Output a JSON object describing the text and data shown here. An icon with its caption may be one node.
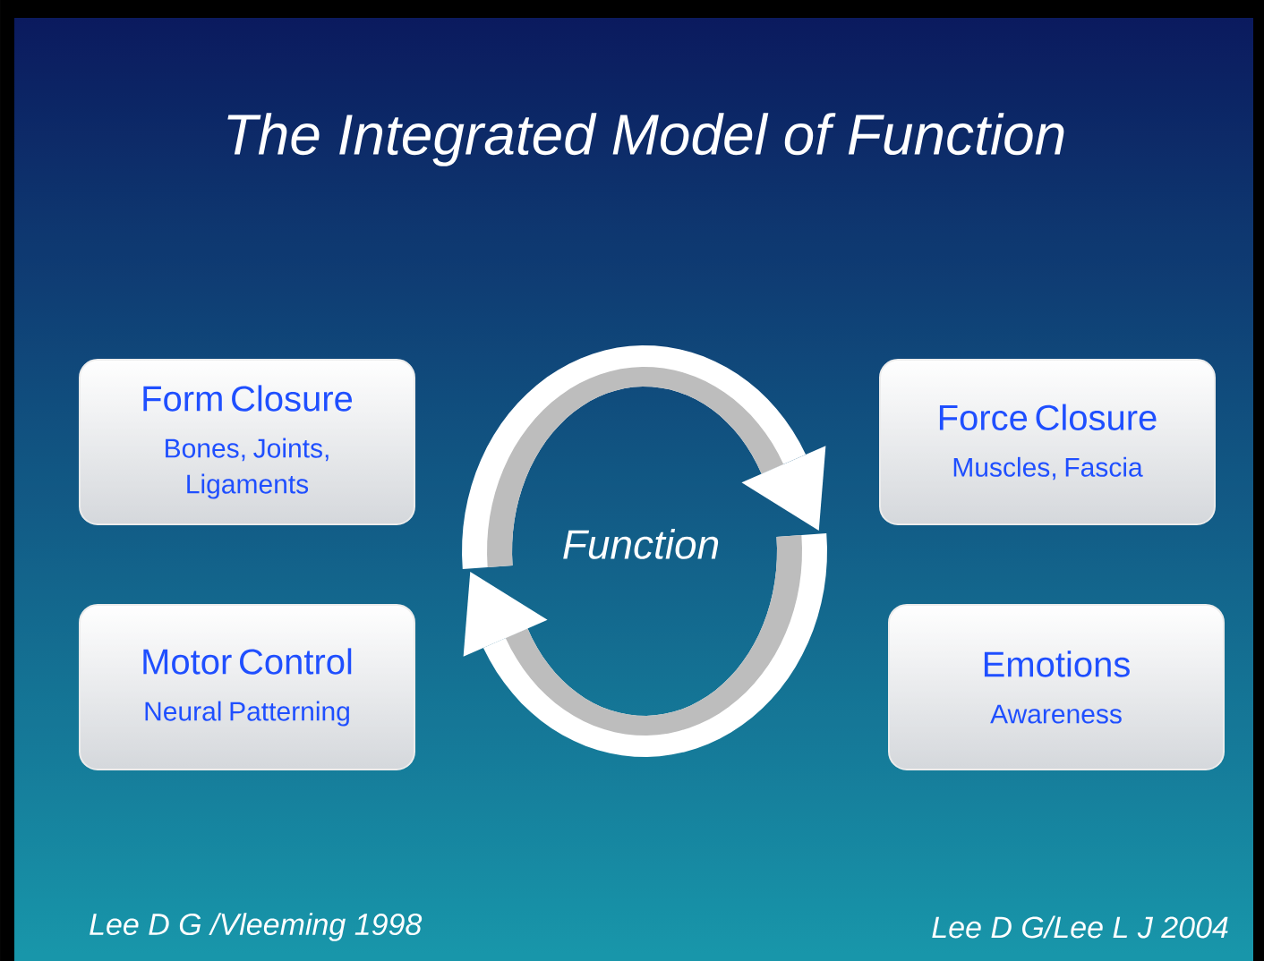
{
  "diagram": {
    "title": "The Integrated Model of Function",
    "nodes": [
      {
        "text": [
          "Form Closure",
          "Bones, Joints, Ligaments"
        ]
      },
      {
        "text": [
          "Force Closure",
          "Muscles, Fascia"
        ]
      },
      {
        "text": [
          "Motor Control",
          "Neural Patterning"
        ]
      },
      {
        "text": [
          "Emotions",
          "Awareness"
        ]
      },
      {
        "text": [
          "Function"
        ]
      }
    ],
    "labels": [
      "Lee D G /Vleeming 1998",
      "Lee D G/Lee L J 2004"
    ]
  }
}
